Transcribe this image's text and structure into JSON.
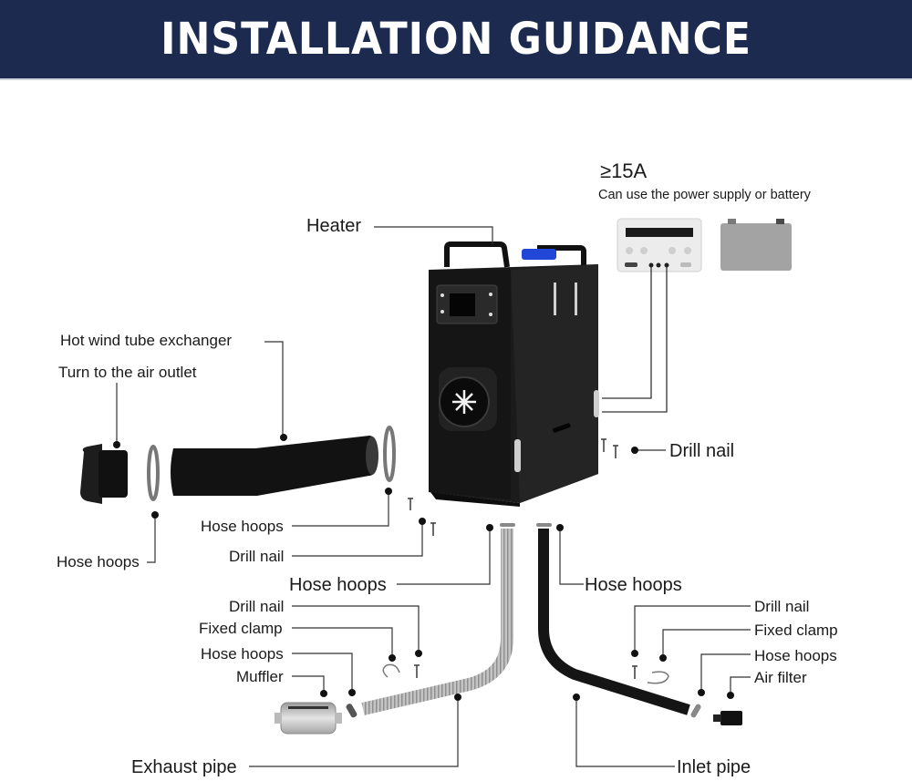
{
  "header": {
    "title": "INSTALLATION GUIDANCE",
    "background_color": "#1c2a50",
    "text_color": "#ffffff"
  },
  "power": {
    "requirement": "≥15A",
    "note": "Can use the power supply or battery",
    "devices": [
      "power-supply",
      "battery"
    ]
  },
  "labels": {
    "heater": "Heater",
    "hot_wind_tube": "Hot wind tube exchanger",
    "air_outlet": "Turn to the air outlet",
    "hose_hoops_outlet": "Hose hoops",
    "hose_hoops_tube_end": "Hose hoops",
    "drill_nail_tube": "Drill nail",
    "drill_nail_right": "Drill nail",
    "hose_hoops_exhaust_top": "Hose hoops",
    "hose_hoops_inlet_top": "Hose hoops",
    "exhaust_drill_nail": "Drill nail",
    "exhaust_fixed_clamp": "Fixed clamp",
    "exhaust_hose_hoops": "Hose hoops",
    "muffler": "Muffler",
    "exhaust_pipe": "Exhaust pipe",
    "inlet_drill_nail": "Drill nail",
    "inlet_fixed_clamp": "Fixed clamp",
    "inlet_hose_hoops": "Hose hoops",
    "air_filter": "Air filter",
    "inlet_pipe": "Inlet pipe"
  },
  "colors": {
    "heater_body": "#1b1b1b",
    "fuel_cap": "#2146d8",
    "exhaust_pipe": "#b9b9b9",
    "inlet_pipe": "#1a1a1a",
    "leader_line": "#333333"
  }
}
